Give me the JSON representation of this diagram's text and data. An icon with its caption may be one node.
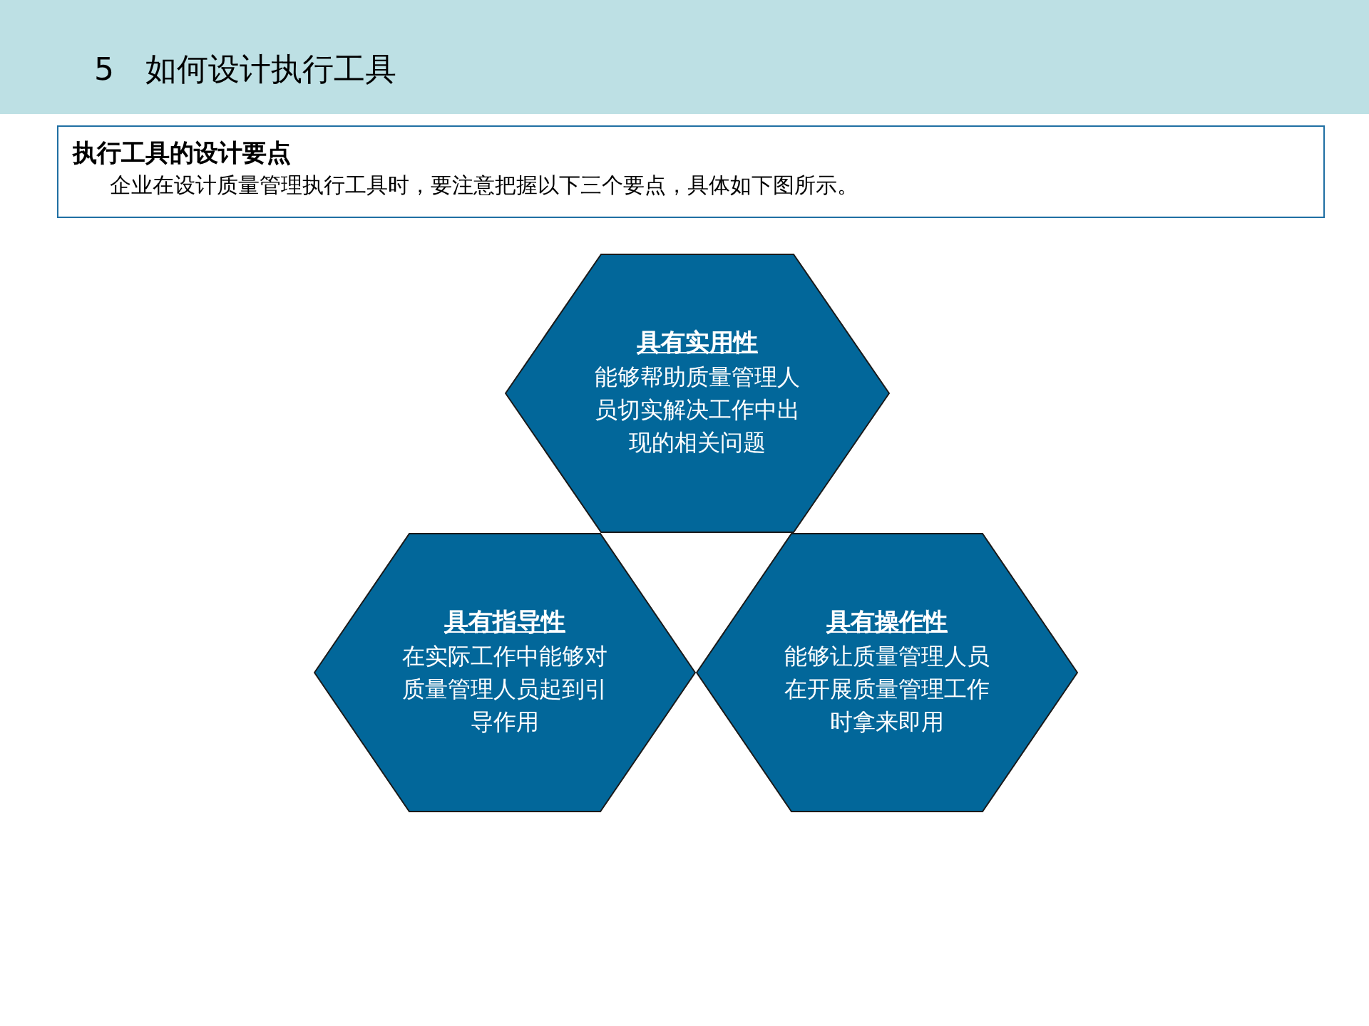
{
  "diagram": {
    "title": "5　如何设计执行工具",
    "nodes": [
      {
        "text": [
          "执行工具的设计要点",
          "企业在设计质量管理执行工具时，要注意把握以下三个要点，具体如下图所示。"
        ]
      },
      {
        "text": [
          "具有实用性",
          "能够帮助质量管理人员切实解决工作中出现的相关问题"
        ]
      },
      {
        "text": [
          "具有指导性",
          "在实际工作中能够对质量管理人员起到引导作用"
        ]
      },
      {
        "text": [
          "具有操作性",
          "能够让质量管理人员在开展质量管理工作时拿来即用"
        ]
      }
    ]
  }
}
